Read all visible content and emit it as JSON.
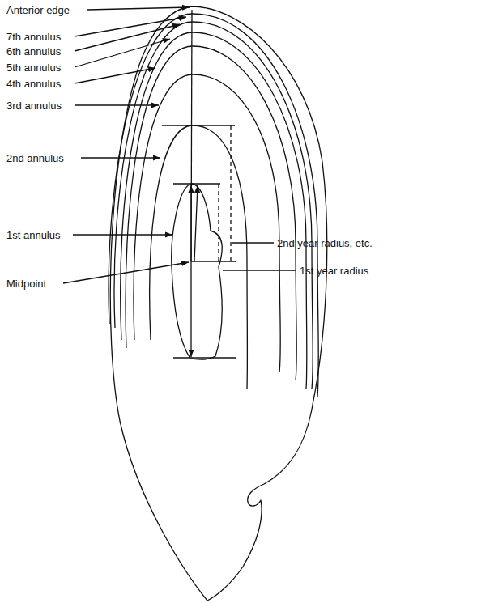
{
  "diagram": {
    "labels": [
      "Anterior edge",
      "7th annulus",
      "6th annulus",
      "5th annulus",
      "4th annulus",
      "3rd annulus",
      "2nd annulus",
      "1st annulus",
      "Midpoint",
      "2nd year radius, etc.",
      "1st year radius"
    ]
  }
}
